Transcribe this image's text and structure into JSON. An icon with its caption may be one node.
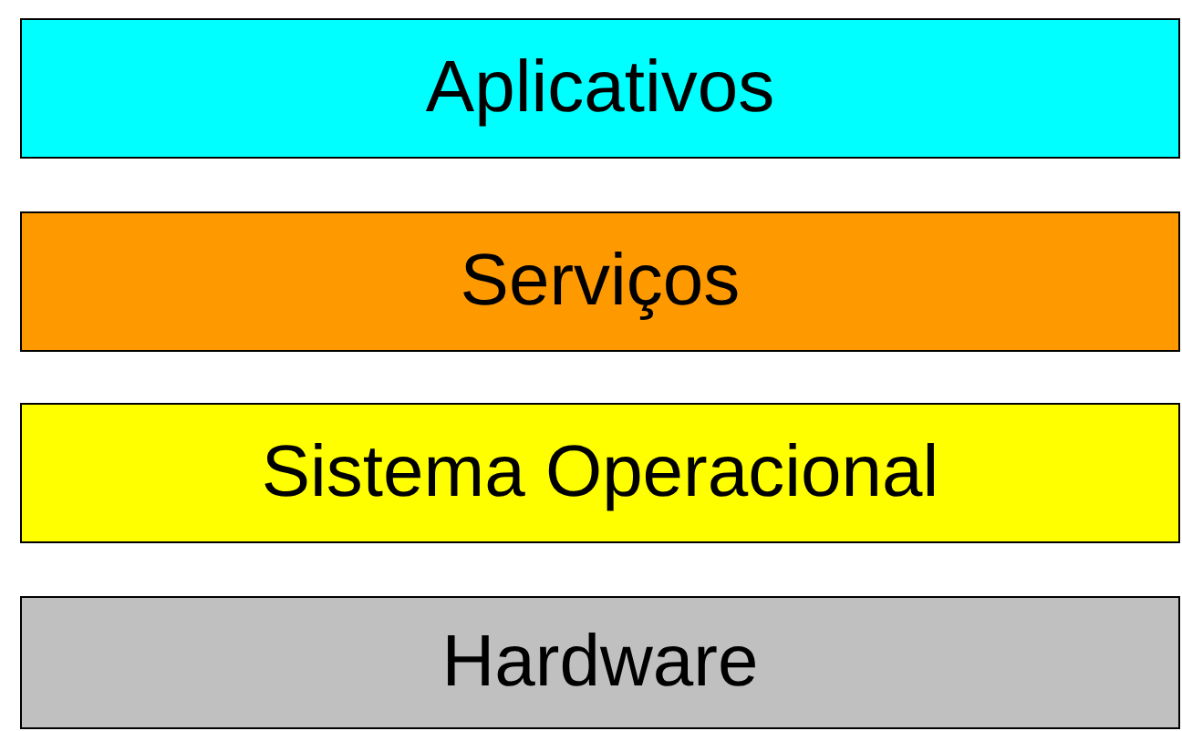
{
  "diagram": {
    "nodes": [
      {
        "text": [
          "Aplicativos"
        ]
      },
      {
        "text": [
          "Serviços"
        ]
      },
      {
        "text": [
          "Sistema Operacional"
        ]
      },
      {
        "text": [
          "Hardware"
        ]
      }
    ]
  }
}
